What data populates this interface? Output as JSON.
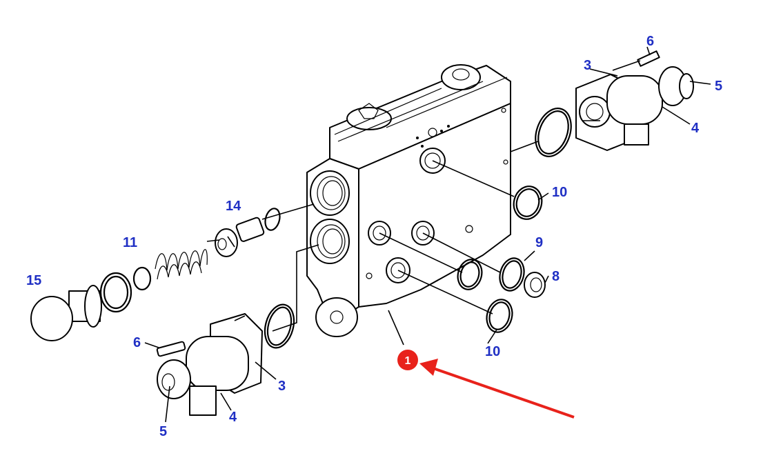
{
  "callouts": {
    "c6_top": "6",
    "c3_top": "3",
    "c5_top": "5",
    "c4_top": "4",
    "c10_top": "10",
    "c9": "9",
    "c8": "8",
    "c10_bottom": "10",
    "c14": "14",
    "c11": "11",
    "c15": "15",
    "c6_bottom": "6",
    "c3_bottom": "3",
    "c4_bottom": "4",
    "c5_bottom": "5"
  },
  "marker": {
    "label": "1",
    "color": "#e8221b",
    "arrow_color": "#e8221b"
  },
  "callout_color": "#1f2fc4"
}
